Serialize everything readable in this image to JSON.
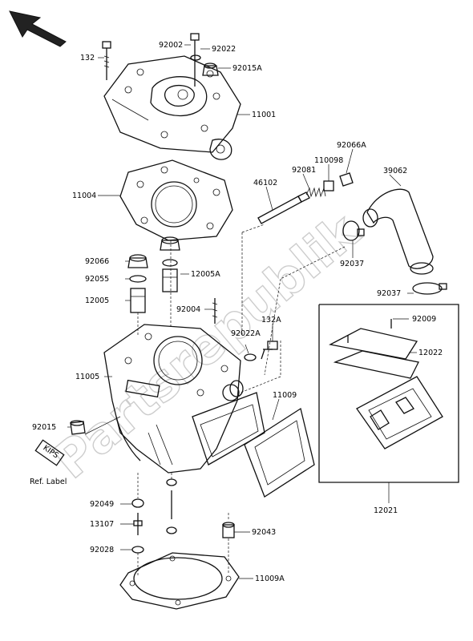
{
  "watermark": "Partsrepublik",
  "ref_label": {
    "badge": "KIPS",
    "caption": "Ref. Label"
  },
  "labels": {
    "p132": "132",
    "p92002": "92002",
    "p92022": "92022",
    "p92015A": "92015A",
    "p11001": "11001",
    "p11004": "11004",
    "p46102": "46102",
    "p92081": "92081",
    "p110098": "110098",
    "p92066A": "92066A",
    "p39062": "39062",
    "p92066": "92066",
    "p92055": "92055",
    "p12005A": "12005A",
    "p12005": "12005",
    "p92004": "92004",
    "p92037a": "92037",
    "p92037b": "92037",
    "p132A": "132A",
    "p92022A": "92022A",
    "p92009": "92009",
    "p12022": "12022",
    "p11005": "11005",
    "p11009": "11009",
    "p92015": "92015",
    "p12021": "12021",
    "p92049": "92049",
    "p13107": "13107",
    "p92043": "92043",
    "p92028": "92028",
    "p11009A": "11009A"
  },
  "colors": {
    "ink": "#111111",
    "watermark": "#c8c8c8",
    "background": "#ffffff"
  }
}
